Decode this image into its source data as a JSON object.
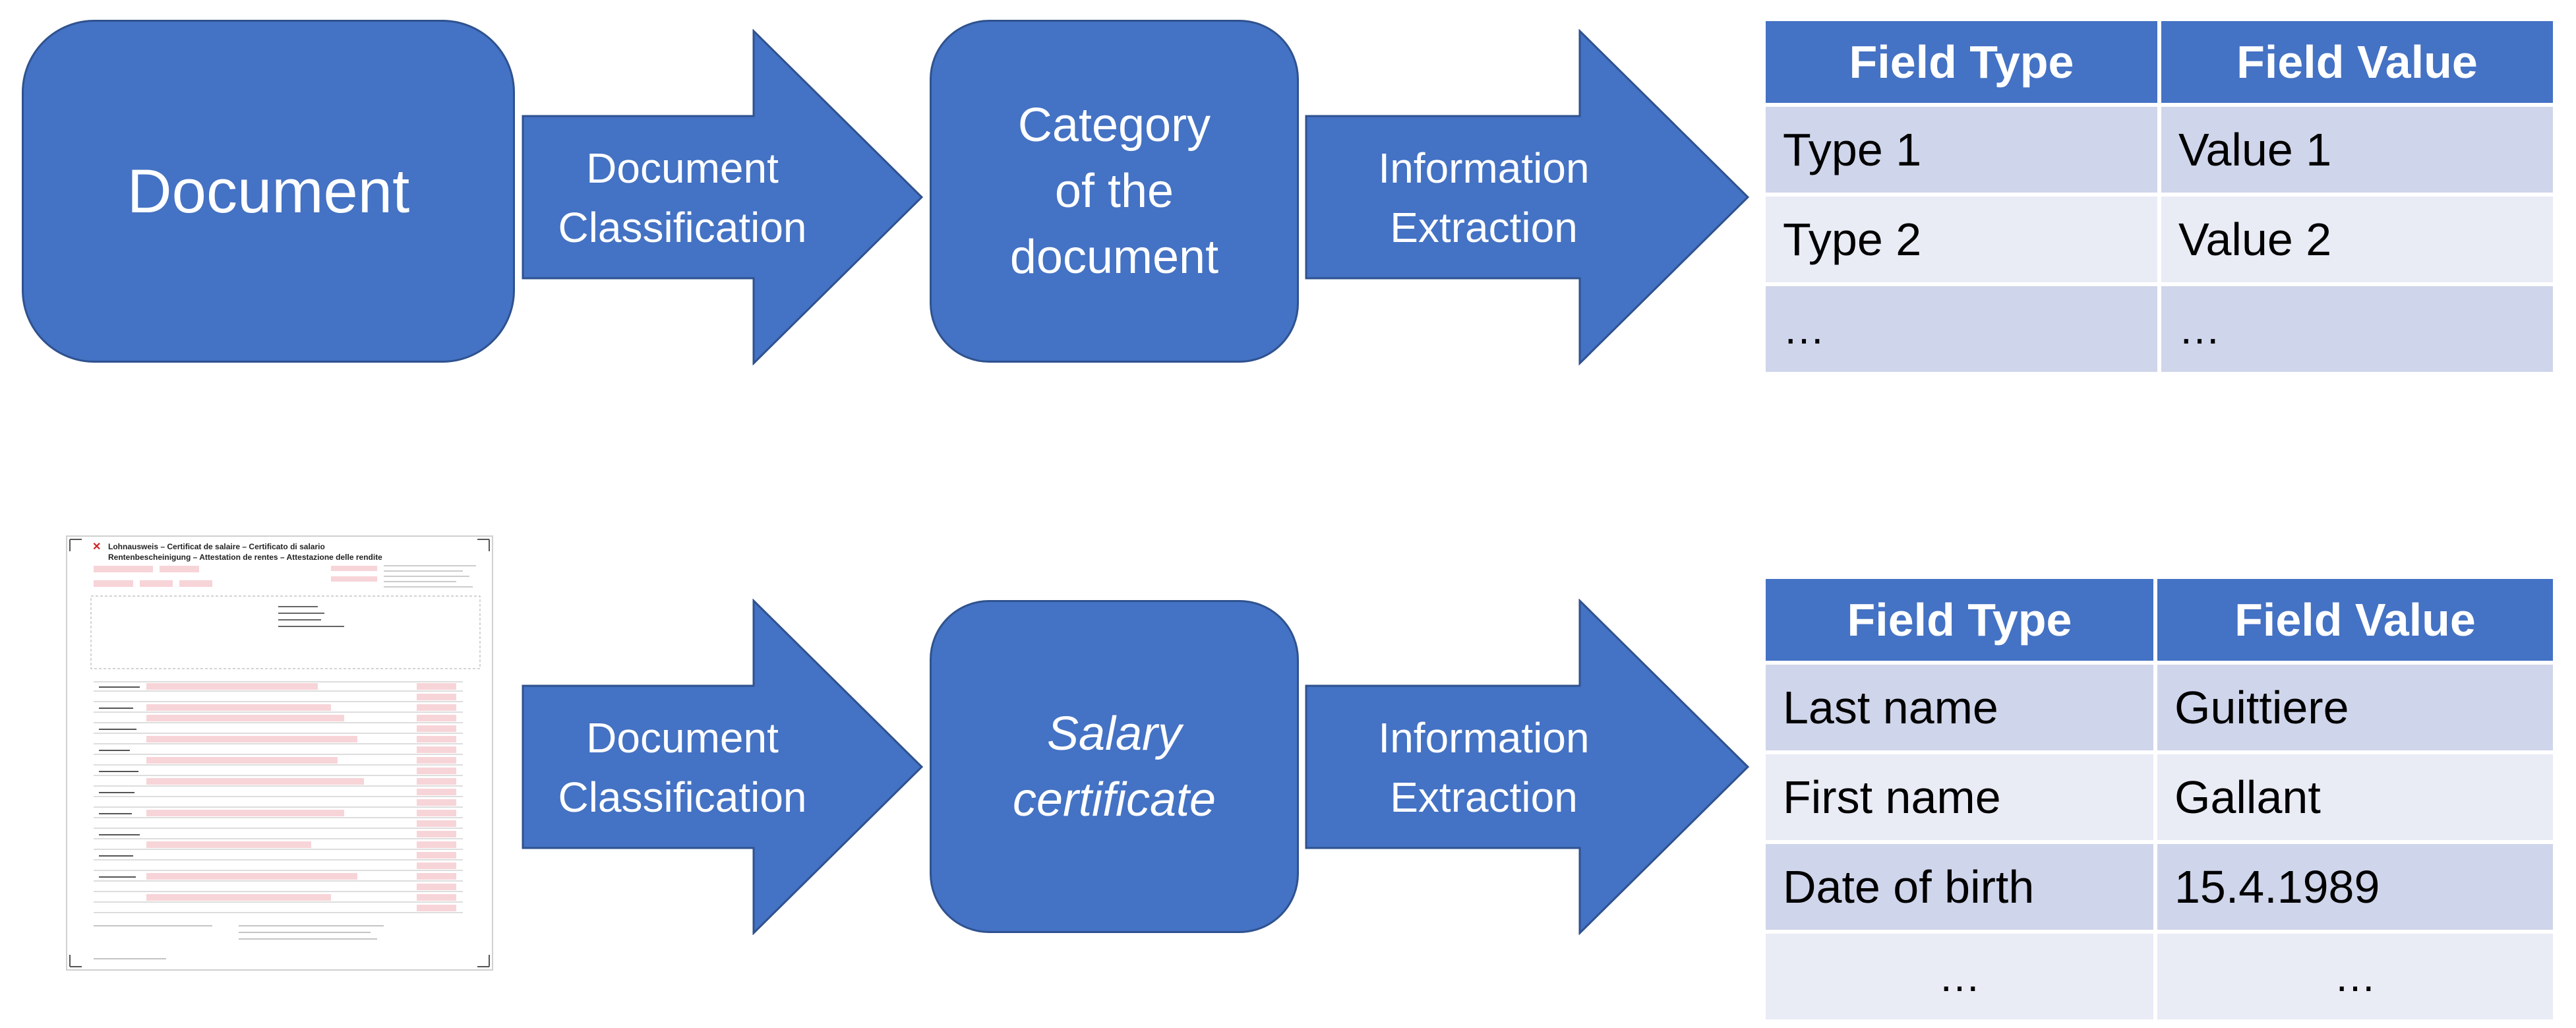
{
  "top": {
    "source_box": "Document",
    "arrow1": [
      "Document",
      "Classification"
    ],
    "category_box": [
      "Category",
      "of the",
      "document"
    ],
    "arrow2": [
      "Information",
      "Extraction"
    ],
    "table": {
      "headers": [
        "Field Type",
        "Field Value"
      ],
      "rows": [
        [
          "Type 1",
          "Value 1"
        ],
        [
          "Type 2",
          "Value 2"
        ],
        [
          "…",
          "…"
        ]
      ]
    }
  },
  "bottom": {
    "document_image": {
      "title_line1": "Lohnausweis – Certificat de salaire – Certificato di salario",
      "title_line2": "Rentenbescheinigung – Attestation de rentes – Attestazione delle rendite"
    },
    "arrow1": [
      "Document",
      "Classification"
    ],
    "category_box": [
      "Salary",
      "certificate"
    ],
    "arrow2": [
      "Information",
      "Extraction"
    ],
    "table": {
      "headers": [
        "Field Type",
        "Field Value"
      ],
      "rows": [
        [
          "Last name",
          "Guittiere"
        ],
        [
          "First name",
          "Gallant"
        ],
        [
          "Date of birth",
          "15.4.1989"
        ],
        [
          "…",
          "…"
        ]
      ]
    }
  },
  "colors": {
    "shape_fill": "#4472c4",
    "shape_border": "#2f528f",
    "row_dark": "#cfd5ea",
    "row_light": "#e9ebf5"
  }
}
